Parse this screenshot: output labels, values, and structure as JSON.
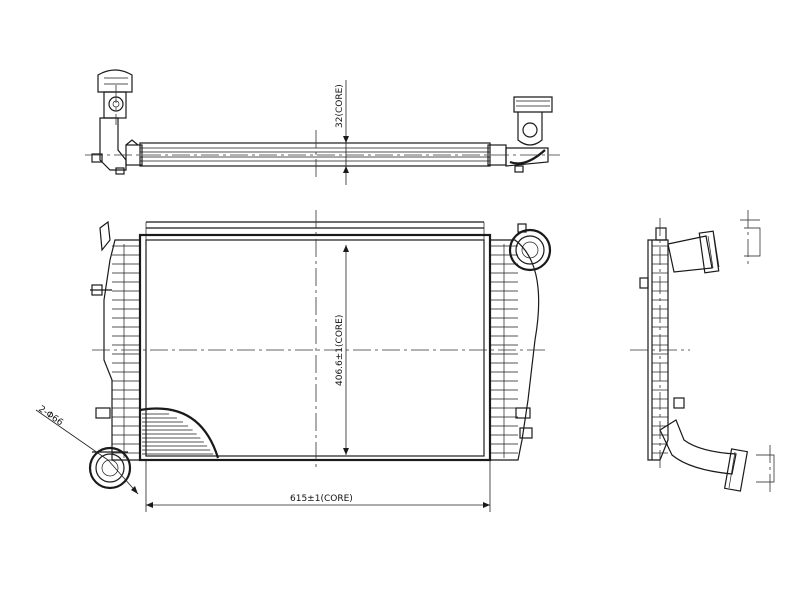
{
  "dimensions": {
    "core_width": "615±1(CORE)",
    "core_height": "406.6±1(CORE)",
    "core_thickness": "32(CORE)",
    "mounting_holes": "2-Φ66"
  }
}
